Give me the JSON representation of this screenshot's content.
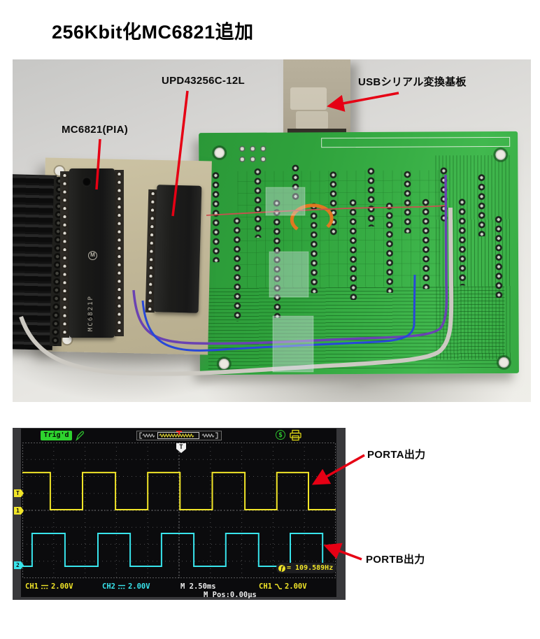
{
  "title": "256Kbit化MC6821追加",
  "photo": {
    "labels": {
      "mc6821": "MC6821(PIA)",
      "upd": "UPD43256C-12L",
      "usb": "USBシリアル変換基板"
    },
    "chip_logo": "M",
    "chip_text": "MC6821P"
  },
  "scope": {
    "porta_label": "PORTA出力",
    "portb_label": "PORTB出力",
    "trig_status": "Trig'd",
    "trigger_marker": "T",
    "trigger_position_marker": "T",
    "ch1_marker": "1",
    "ch2_marker": "2",
    "dollar_icon_text": "$",
    "freq_icon": "f",
    "freq_readout": "= 109.589Hz",
    "readouts": {
      "ch1": "CH1",
      "ch1_scale": "2.00V",
      "ch2": "CH2",
      "ch2_scale": "2.00V",
      "timebase": "M 2.50ms",
      "trig_source": "CH1",
      "trig_level": "2.00V",
      "m_pos": "M Pos:0.00µs"
    }
  },
  "chart_data": {
    "type": "line",
    "title": "MC6821 PORTA / PORTB square-wave outputs (oscilloscope capture)",
    "grid": "dotted, 10 x 8 divisions",
    "legend_position": "none",
    "x_axis": {
      "divisions": 10,
      "time_per_div": "2.50ms"
    },
    "y_axis": {
      "divisions": 8,
      "volts_per_div": "2.00V"
    },
    "trigger": {
      "source": "CH1",
      "slope": "falling",
      "level": "2.00V",
      "status": "Trig'd",
      "position": "0.00µs",
      "measured_frequency_hz": 109.589
    },
    "series": [
      {
        "name": "CH1 PORTA出力",
        "color": "#f0e428",
        "shape": "square",
        "start_level": "high",
        "edge_positions_div": [
          0.89,
          1.92,
          2.97,
          4.0,
          5.03,
          6.06,
          7.1,
          8.12,
          9.13
        ],
        "high_level_div_from_top": 1.77,
        "low_level_div_from_top": 3.96,
        "ground_marker_div_from_top": 4.04,
        "trigger_level_div_from_top": 3.01
      },
      {
        "name": "CH2 PORTB出力",
        "color": "#38e4ec",
        "shape": "square",
        "start_level": "low",
        "edge_positions_div": [
          0.31,
          1.36,
          2.41,
          3.44,
          4.44,
          5.47,
          6.49,
          7.54,
          8.55,
          9.58
        ],
        "high_level_div_from_top": 5.36,
        "low_level_div_from_top": 7.3,
        "ground_marker_div_from_top": 7.26
      }
    ]
  }
}
